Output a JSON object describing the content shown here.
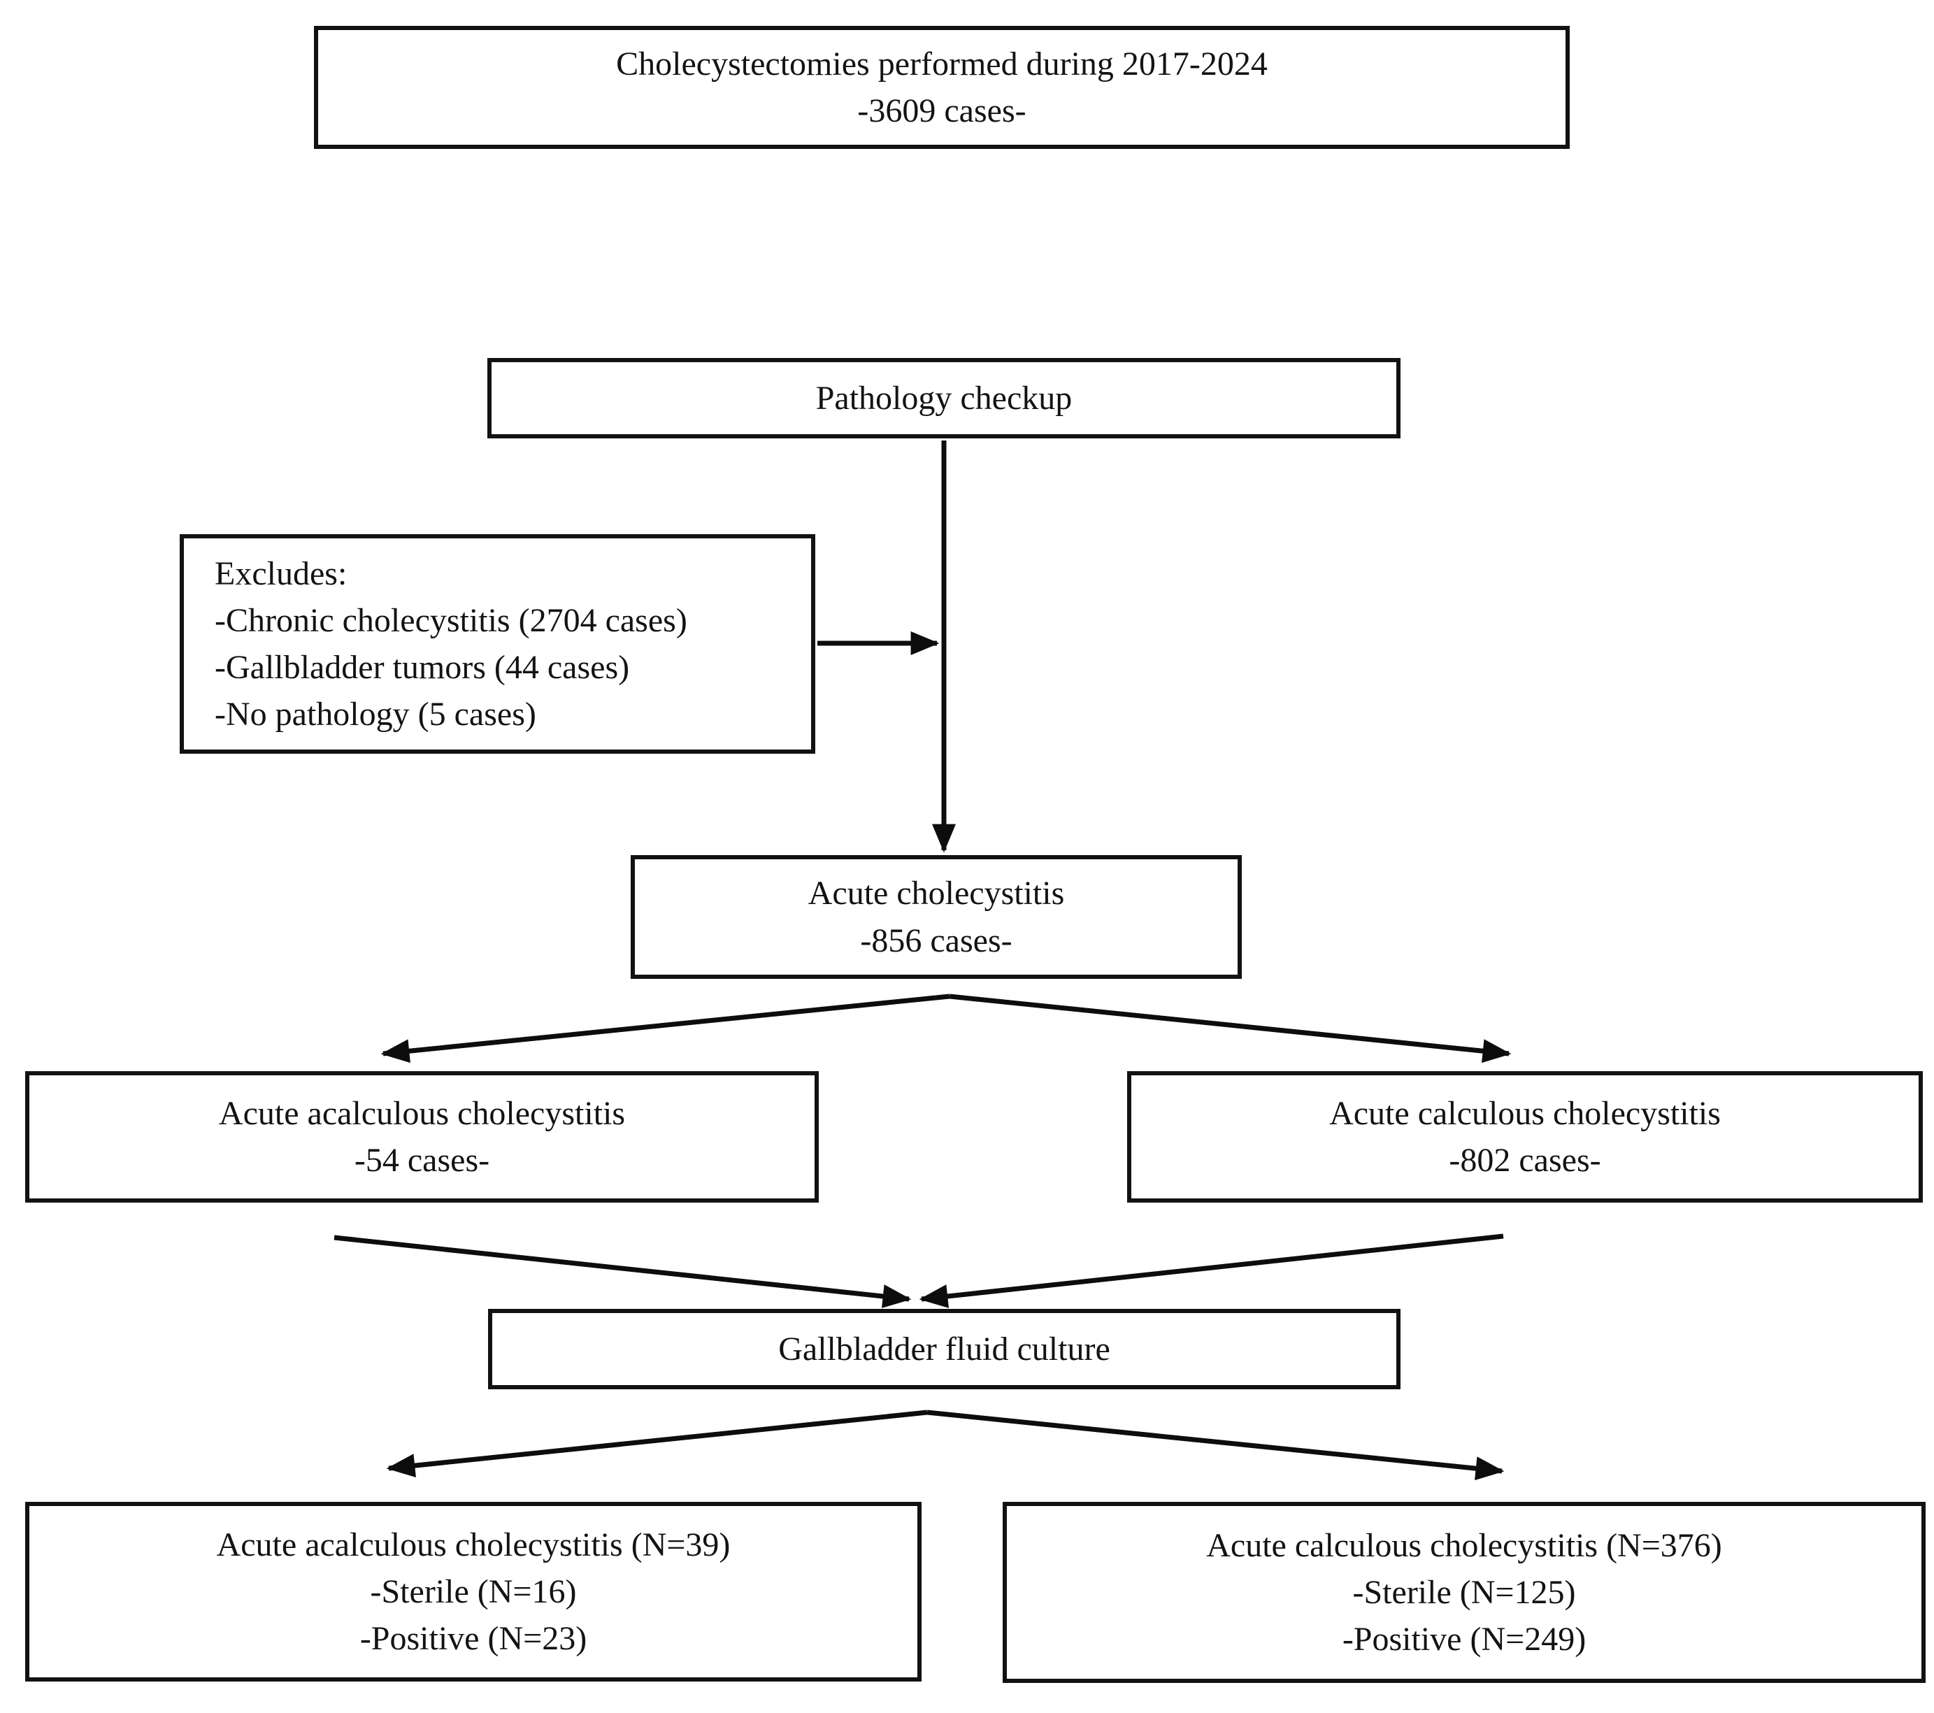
{
  "figure": {
    "type": "flow-diagram",
    "description": "Patient selection flowchart for cholecystectomy study"
  },
  "colors": {
    "background": "#ffffff",
    "box_border": "#121212",
    "text": "#131313",
    "arrow": "#0d0d0d"
  },
  "boxes": {
    "total": {
      "lines": [
        "Cholecystectomies performed during 2017-2024",
        "-3609 cases-"
      ]
    },
    "pathology": {
      "lines": [
        "Pathology checkup"
      ]
    },
    "excludes": {
      "lines": [
        "Excludes:",
        "-Chronic cholecystitis (2704 cases)",
        "-Gallbladder tumors (44 cases)",
        "-No pathology (5 cases)"
      ]
    },
    "acute": {
      "lines": [
        "Acute cholecystitis",
        "-856 cases-"
      ]
    },
    "acalculous": {
      "lines": [
        "Acute acalculous cholecystitis",
        "-54 cases-"
      ]
    },
    "calculous": {
      "lines": [
        "Acute calculous cholecystitis",
        "-802 cases-"
      ]
    },
    "culture": {
      "lines": [
        "Gallbladder fluid culture"
      ]
    },
    "acalculous_culture": {
      "lines": [
        "Acute acalculous cholecystitis (N=39)",
        "-Sterile (N=16)",
        "-Positive (N=23)"
      ]
    },
    "calculous_culture": {
      "lines": [
        "Acute calculous cholecystitis (N=376)",
        "-Sterile (N=125)",
        "-Positive (N=249)"
      ]
    }
  }
}
